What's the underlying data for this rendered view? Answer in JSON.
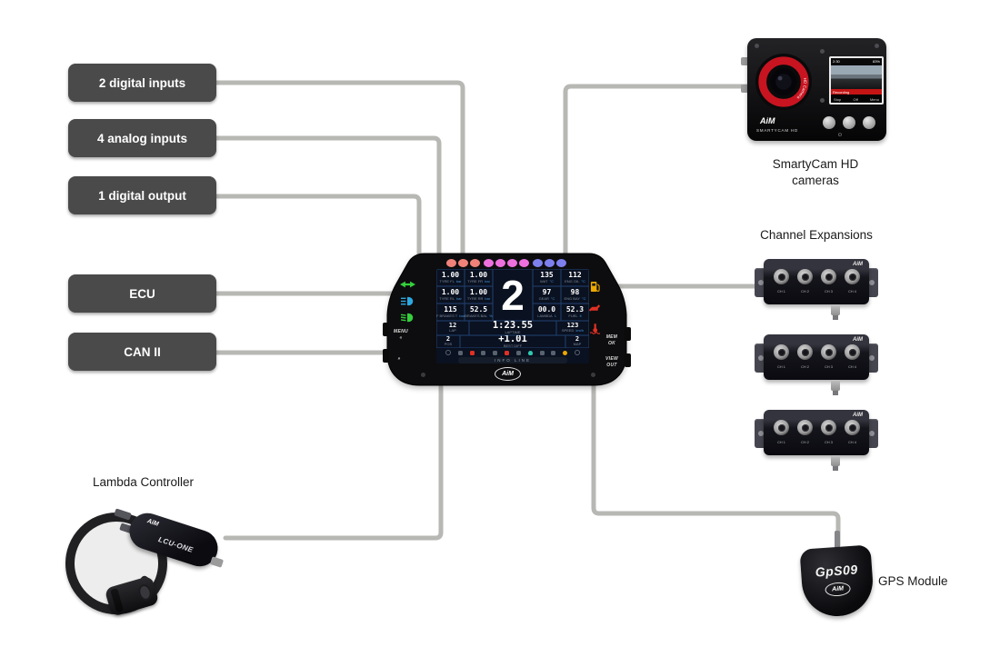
{
  "io_buttons": {
    "digital_inputs": "2 digital inputs",
    "analog_inputs": "4 analog inputs",
    "digital_output": "1 digital output",
    "ecu": "ECU",
    "can2": "CAN II"
  },
  "colors": {
    "wire": "#b7b7b4",
    "io_button_bg": "#4a4a4b",
    "led_red": "#f0827a",
    "led_magenta": "#ee70df",
    "led_blue": "#7d80ee",
    "unit_blue": "#3f8fd6",
    "warning_red": "#e03024",
    "warning_yellow": "#eba800",
    "warning_teal": "#2fc9b0",
    "indicator_green": "#35d03c",
    "indicator_blue": "#2da9e0"
  },
  "dash": {
    "logo": "AiM",
    "gear": "2",
    "bezel": {
      "menu": "MENU\n«",
      "page": "»",
      "mem_ok": "MEM\nOK",
      "view_out": "VIEW\nOUT"
    },
    "cells_left": [
      {
        "value": "1.00",
        "label": "TYRE FL",
        "unit": "bar"
      },
      {
        "value": "1.00",
        "label": "TYRE FR",
        "unit": "bar"
      },
      {
        "value": "1.00",
        "label": "TYRE RL",
        "unit": "bar"
      },
      {
        "value": "1.00",
        "label": "TYRE RR",
        "unit": "bar"
      },
      {
        "value": "115",
        "label": "F BRAKES T",
        "unit": "bar"
      },
      {
        "value": "52.5",
        "label": "BRAKES BAL",
        "unit": "%"
      }
    ],
    "cells_right": [
      {
        "value": "135",
        "label": "WAT",
        "unit": "°C"
      },
      {
        "value": "112",
        "label": "ENG OIL",
        "unit": "°C"
      },
      {
        "value": "97",
        "label": "GEAR",
        "unit": "°C"
      },
      {
        "value": "98",
        "label": "ENG BAY",
        "unit": "°C"
      },
      {
        "value": "00.0",
        "label": "LAMBDA",
        "unit": "λ"
      },
      {
        "value": "52.3",
        "label": "FUEL",
        "unit": "lt"
      }
    ],
    "lap": {
      "value": "12",
      "label": "LAP"
    },
    "laptime": {
      "value": "1:23.55",
      "label": "LAPTIME"
    },
    "speed": {
      "value": "123",
      "label": "SPEED",
      "unit": "km/h"
    },
    "row2_left": {
      "value": "2",
      "label": "POS"
    },
    "best_diff": {
      "value": "+1.01",
      "label": "BEST DIFF"
    },
    "row2_right": {
      "value": "2",
      "label": "MAP"
    },
    "info_line": "INFO LINE"
  },
  "smartycam": {
    "caption_line1": "SmartyCam HD",
    "caption_line2": "cameras",
    "brand": "AiM",
    "model": "SMARTYCAM HD",
    "lens_text": "HD Camera",
    "screen": {
      "status_left": "2:30",
      "status_right": "83%",
      "recording": "Recording",
      "btn_stop": "Stop",
      "btn_off": "Off",
      "btn_menu": "Menu"
    }
  },
  "channel_expansions": {
    "caption": "Channel Expansions",
    "brand": "AiM",
    "channel_labels": [
      "CH 1",
      "CH 2",
      "CH 3",
      "CH 4"
    ],
    "module_count": 3
  },
  "gps": {
    "caption": "GPS Module",
    "model": "GpS09",
    "brand": "AiM"
  },
  "lambda": {
    "caption": "Lambda Controller",
    "model": "LCU-ONE",
    "brand": "AiM"
  }
}
